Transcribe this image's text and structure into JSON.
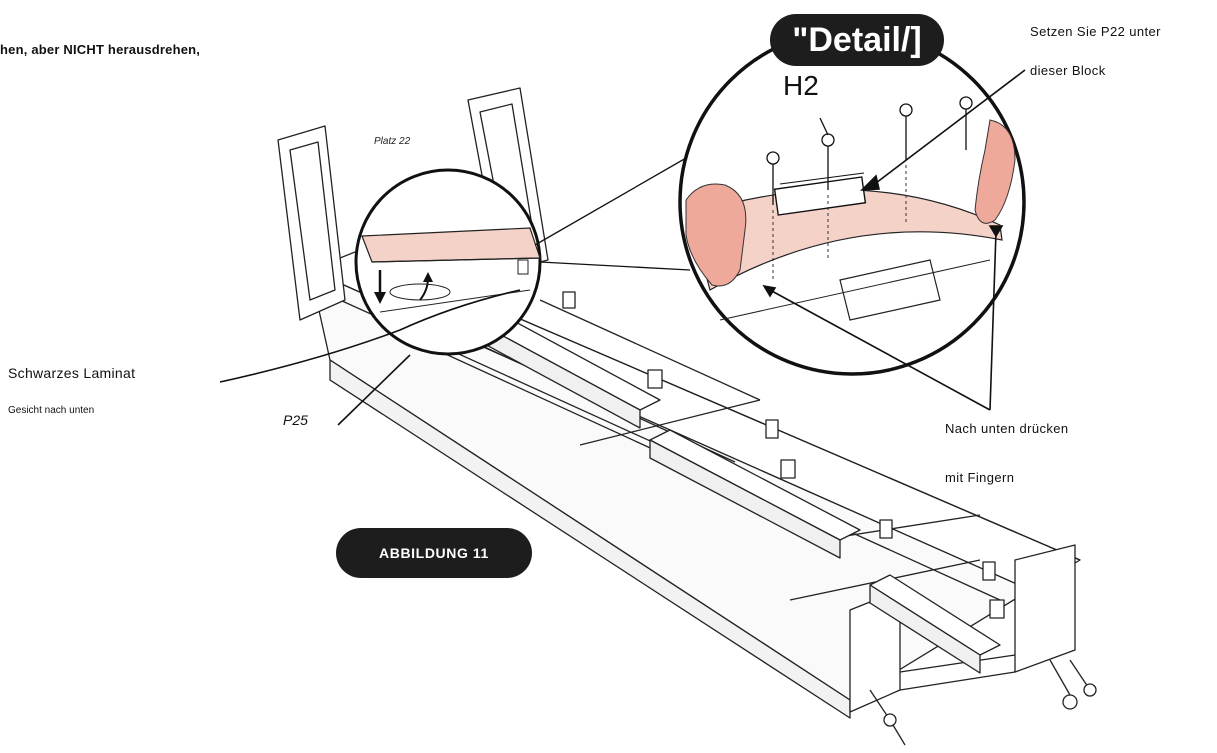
{
  "labels": {
    "instruction_top": "hen, aber NICHT herausdrehen,",
    "platz": "Platz 22",
    "detail_title": "\"Detail/]",
    "screw_label": "H2",
    "set_block_line1": "Setzen Sie P22 unter",
    "set_block_line2": "dieser Block",
    "laminate": "Schwarzes Laminat",
    "face_down": "Gesicht nach unten",
    "part_p25": "P25",
    "press_line1": "Nach unten drücken",
    "press_line2": "mit Fingern",
    "figure_badge": "ABBILDUNG 11"
  },
  "colors": {
    "panel_highlight": "#f4d2c8",
    "hand": "#eea99b",
    "badge": "#1d1d1d",
    "line": "#222222"
  }
}
